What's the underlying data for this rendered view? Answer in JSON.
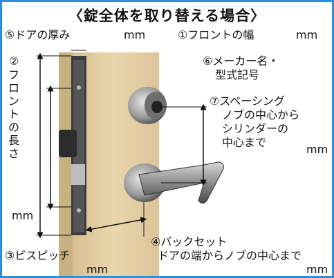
{
  "title": "〈錠全体を取り替える場合〉",
  "labels": {
    "door_thickness": "⑤ドアの厚み",
    "door_thickness_unit": "mm",
    "front_width": "①フロントの幅",
    "front_width_unit": "mm",
    "maker_line1": "⑥メーカー名・",
    "maker_line2": "型式記号",
    "front_length_num": "②",
    "front_length_text": "フロントの長さ",
    "front_length_unit": "mm",
    "spacing_line1": "⑦スペーシング",
    "spacing_line2": "ノブの中心から",
    "spacing_line3": "シリンダーの",
    "spacing_line4": "中心まで",
    "spacing_unit": "mm",
    "backset_line1": "④バックセット",
    "backset_line2": "ドアの端からノブの中心まで",
    "backset_unit": "mm",
    "screw_pitch": "③ビスピッチ",
    "screw_pitch_unit": "mm"
  },
  "colors": {
    "frame_border": "#2e8fd6",
    "door": "#e6cfa3",
    "lock_plate": "#3a3a3a",
    "metal": "#9a9a9a"
  },
  "icons": {
    "lock_photo": "door-lock-illustration"
  }
}
